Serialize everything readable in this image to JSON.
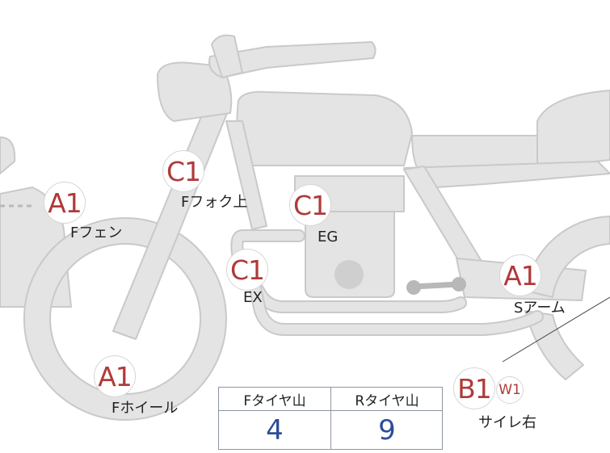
{
  "parts": [
    {
      "id": "f-fender",
      "grade": "A1",
      "label": "Fフェン"
    },
    {
      "id": "f-fork-upper",
      "grade": "C1",
      "label": "Fフォク上"
    },
    {
      "id": "engine",
      "grade": "C1",
      "label": "EG"
    },
    {
      "id": "exhaust",
      "grade": "C1",
      "label": "EX"
    },
    {
      "id": "s-arm",
      "grade": "A1",
      "label": "Sアーム"
    },
    {
      "id": "f-wheel",
      "grade": "A1",
      "label": "Fホイール"
    },
    {
      "id": "muffler-right",
      "grade": "B1",
      "extra_grade": "W1",
      "label": "サイレ右"
    }
  ],
  "tire_table": {
    "front_label": "Fタイヤ山",
    "rear_label": "Rタイヤ山",
    "front_value": "4",
    "rear_value": "9"
  },
  "colors": {
    "bike_fill": "#e4e4e4",
    "bike_stroke": "#c9c9c9",
    "grade_text": "#b03a3a",
    "tire_value": "#2c4d9a"
  }
}
